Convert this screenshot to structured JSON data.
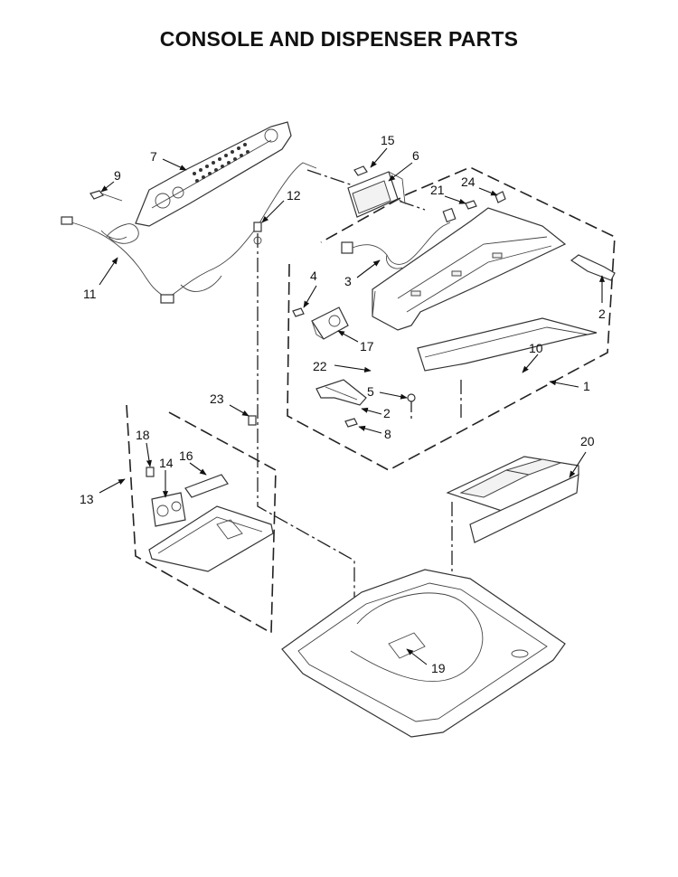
{
  "title": "CONSOLE AND DISPENSER PARTS",
  "callouts": [
    "15",
    "6",
    "7",
    "9",
    "21",
    "24",
    "12",
    "11",
    "3",
    "4",
    "2",
    "17",
    "10",
    "22",
    "1",
    "5",
    "2",
    "8",
    "23",
    "18",
    "14",
    "16",
    "13",
    "20",
    "19"
  ]
}
